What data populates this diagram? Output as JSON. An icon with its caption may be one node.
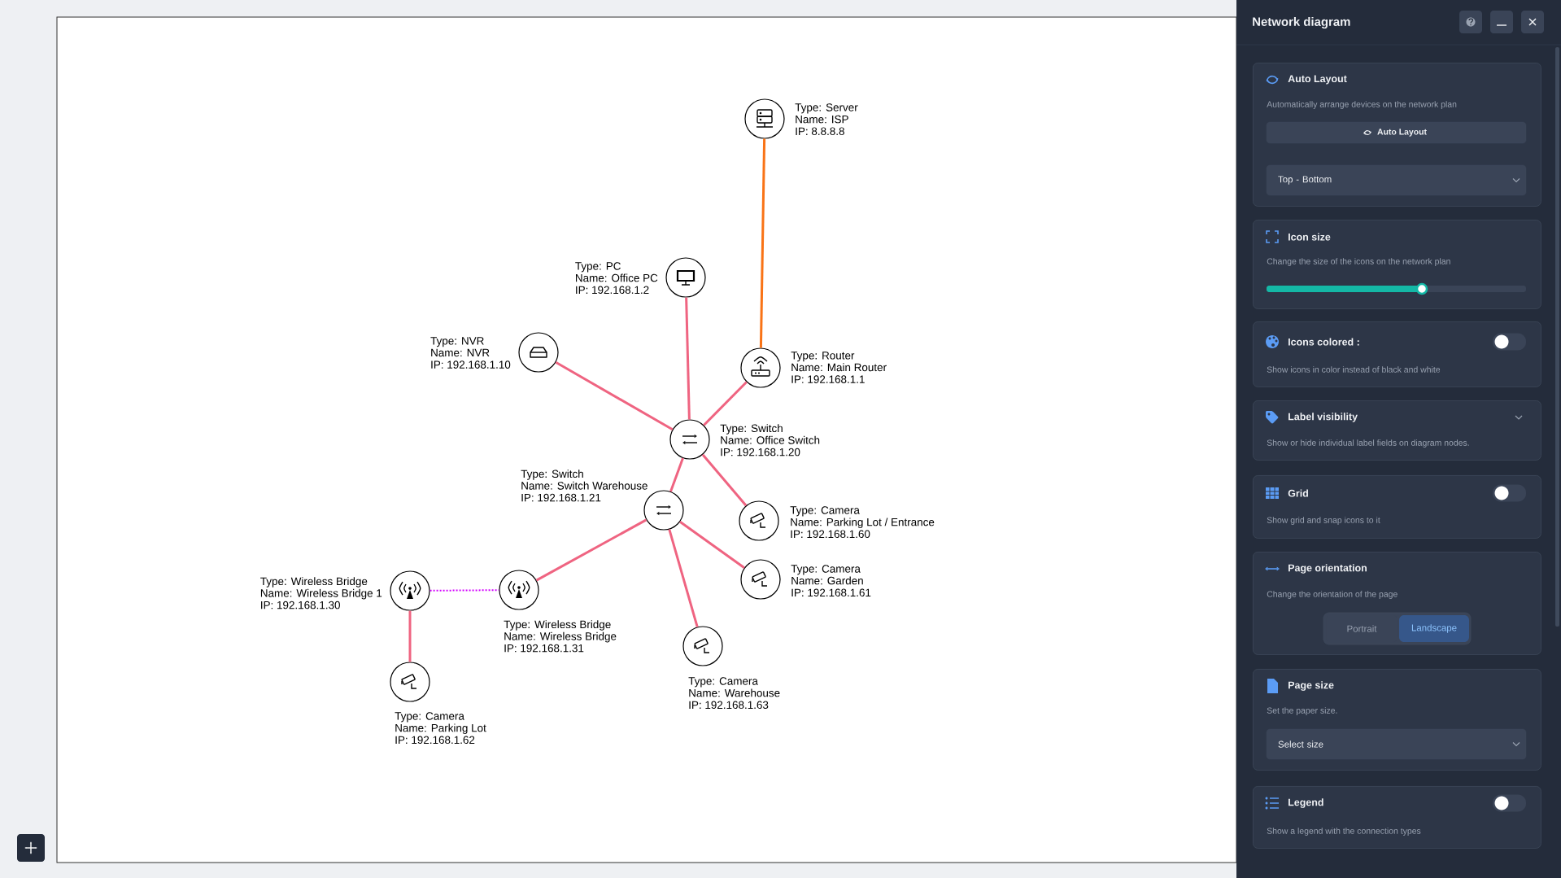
{
  "diagram": {
    "title": "Network diagram",
    "nodes": [
      {
        "text": [
          "Type: Server",
          "Name: ISP",
          "IP: 8.8.8.8"
        ]
      },
      {
        "text": [
          "Type: PC",
          "Name: Office PC",
          "IP: 192.168.1.2"
        ]
      },
      {
        "text": [
          "Type: NVR",
          "Name: NVR",
          "IP: 192.168.1.10"
        ]
      },
      {
        "text": [
          "Type: Router",
          "Name: Main Router",
          "IP: 192.168.1.1"
        ]
      },
      {
        "text": [
          "Type: Switch",
          "Name: Office Switch",
          "IP: 192.168.1.20"
        ]
      },
      {
        "text": [
          "Type: Switch",
          "Name: Switch Warehouse",
          "IP: 192.168.1.21"
        ]
      },
      {
        "text": [
          "Type: Camera",
          "Name: Parking Lot / Entrance",
          "IP: 192.168.1.60"
        ]
      },
      {
        "text": [
          "Type: Camera",
          "Name: Garden",
          "IP: 192.168.1.61"
        ]
      },
      {
        "text": [
          "Type: Wireless Bridge",
          "Name: Wireless Bridge 1",
          "IP: 192.168.1.30"
        ]
      },
      {
        "text": [
          "Type: Wireless Bridge",
          "Name: Wireless Bridge",
          "IP: 192.168.1.31"
        ]
      },
      {
        "text": [
          "Type: Camera",
          "Name: Warehouse",
          "IP: 192.168.1.63"
        ]
      },
      {
        "text": [
          "Type: Camera",
          "Name: Parking Lot",
          "IP: 192.168.1.62"
        ]
      },
      {
        "text": [
          "Auto Layout",
          "Automatically arrange devices on the network plan"
        ]
      },
      {
        "text": [
          "Auto Layout"
        ],
        "in": 12
      },
      {
        "text": [
          "Top - Bottom"
        ],
        "in": 12
      },
      {
        "text": [
          "Icon size",
          "Change the size of the icons on the network plan"
        ]
      },
      {
        "text": [
          "Icons colored :",
          "Show icons in color instead of black and white"
        ]
      },
      {
        "text": [
          "Label visibility",
          "Show or hide individual label fields on diagram nodes."
        ]
      },
      {
        "text": [
          "Grid",
          "Show grid and snap icons to it"
        ]
      },
      {
        "text": [
          "Page orientation",
          "Change the orientation of the page"
        ]
      },
      {
        "text": [
          "Portrait"
        ],
        "in": 19
      },
      {
        "text": [
          "Landscape"
        ],
        "in": 19
      },
      {
        "text": [
          "Page size",
          "Set the paper size."
        ]
      },
      {
        "text": [
          "Select size"
        ],
        "in": 22
      },
      {
        "text": [
          "Legend",
          "Show a legend with the connection types"
        ]
      }
    ],
    "edges": [
      {
        "from": 0,
        "to": 3,
        "arrow": "none",
        "color": "#f97316"
      },
      {
        "from": 3,
        "to": 4,
        "arrow": "none"
      },
      {
        "from": 1,
        "to": 4,
        "arrow": "none"
      },
      {
        "from": 2,
        "to": 4,
        "arrow": "none"
      },
      {
        "from": 4,
        "to": 5,
        "arrow": "none"
      },
      {
        "from": 4,
        "to": 6,
        "arrow": "none"
      },
      {
        "from": 5,
        "to": 9,
        "arrow": "none"
      },
      {
        "from": 5,
        "to": 7,
        "arrow": "none"
      },
      {
        "from": 5,
        "to": 10,
        "arrow": "none"
      },
      {
        "from": 8,
        "to": 9,
        "arrow": "none",
        "style": "dashed",
        "color": "#d400ff"
      },
      {
        "from": 8,
        "to": 11,
        "arrow": "none"
      }
    ]
  }
}
